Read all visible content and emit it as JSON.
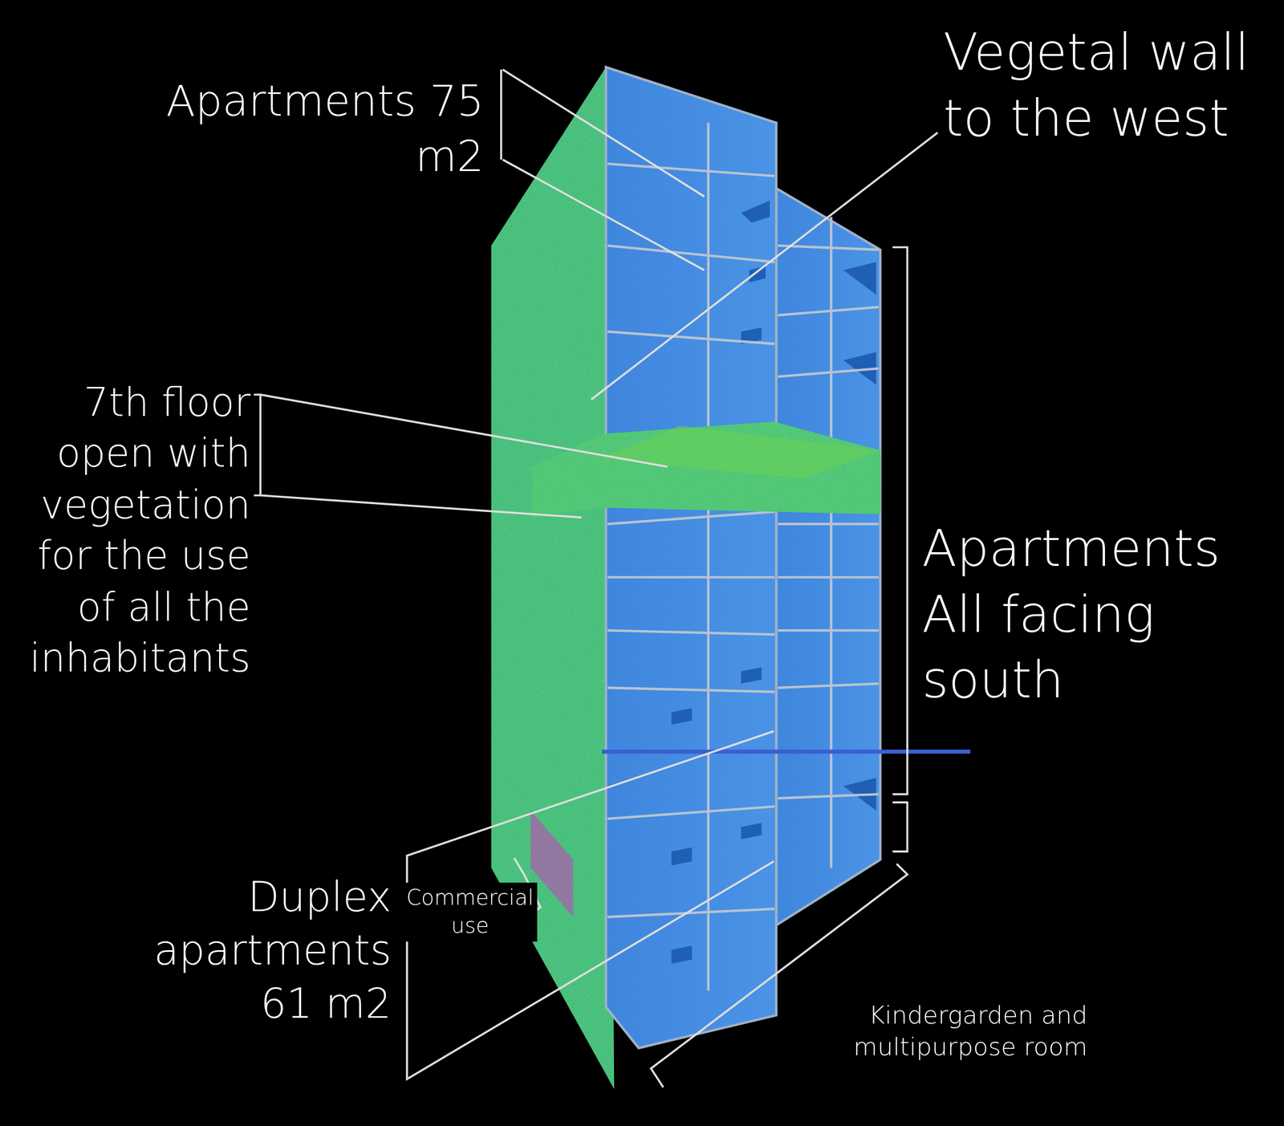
{
  "diagram": {
    "labels": [
      "Apartments 75 m2",
      "Vegetal wall to the west",
      "7th floor open with vegetation for the use of all the inhabitants",
      "Apartments All facing south",
      "Duplex apartments 61 m2",
      "Commercial use",
      "Kindergarden and multipurpose room"
    ]
  }
}
